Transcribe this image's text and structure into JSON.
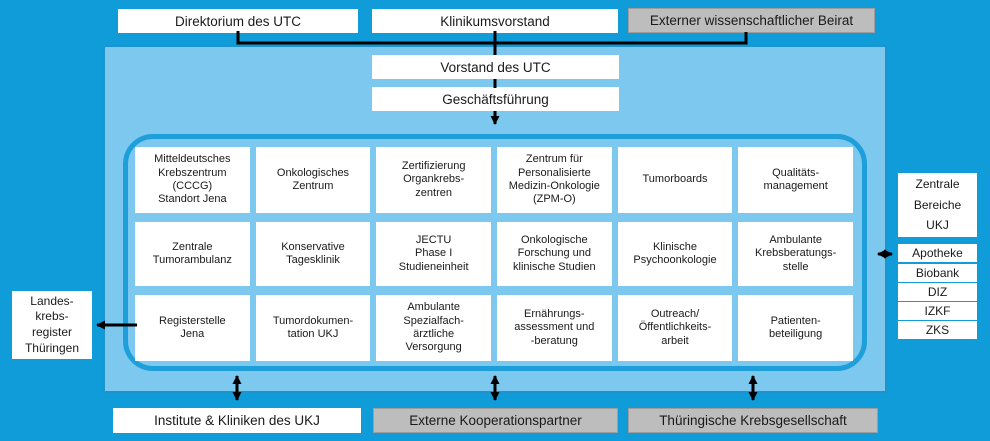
{
  "colors": {
    "background_blue": "#0f9cd8",
    "panel_light_blue": "#7dc8ee",
    "frame_blue": "#1e9fd9",
    "box_gray": "#bdbdbd",
    "box_white": "#ffffff",
    "line_black": "#000000"
  },
  "top_row": {
    "direktorium": "Direktorium des UTC",
    "klinikumsvorstand": "Klinikumsvorstand",
    "beirat": "Externer wissenschaftlicher Beirat"
  },
  "leadership": {
    "vorstand": "Vorstand des UTC",
    "geschaeftsfuehrung": "Geschäftsführung"
  },
  "grid": {
    "rows": [
      [
        "Mitteldeutsches\nKrebszentrum\n(CCCG)\nStandort Jena",
        "Onkologisches\nZentrum",
        "Zertifizierung\nOrgankrebs-\nzentren",
        "Zentrum für\nPersonalisierte\nMedizin-Onkologie\n(ZPM-O)",
        "Tumorboards",
        "Qualitäts-\nmanagement"
      ],
      [
        "Zentrale\nTumorambulanz",
        "Konservative\nTagesklinik",
        "JECTU\nPhase I\nStudieneinheit",
        "Onkologische\nForschung und\nklinische Studien",
        "Klinische\nPsychoonkologie",
        "Ambulante\nKrebsberatungs-\nstelle"
      ],
      [
        "Registerstelle\nJena",
        "Tumordokumen-\ntation UKJ",
        "Ambulante\nSpezialfach-\närztliche\nVersorgung",
        "Ernährungs-\nassessment und\n-beratung",
        "Outreach/\nÖffentlichkeits-\narbeit",
        "Patienten-\nbeteiligung"
      ]
    ]
  },
  "right_panel": {
    "header": "Zentrale\nBereiche\nUKJ",
    "items": [
      "Apotheke",
      "Biobank",
      "DIZ",
      "IZKF",
      "ZKS"
    ]
  },
  "left_box": {
    "label": "Landes-\nkrebs-\nregister\nThüringen"
  },
  "bottom_row": {
    "institute": "Institute & Kliniken des UKJ",
    "kooperation": "Externe Kooperationspartner",
    "krebsgesellschaft": "Thüringische Krebsgesellschaft"
  }
}
